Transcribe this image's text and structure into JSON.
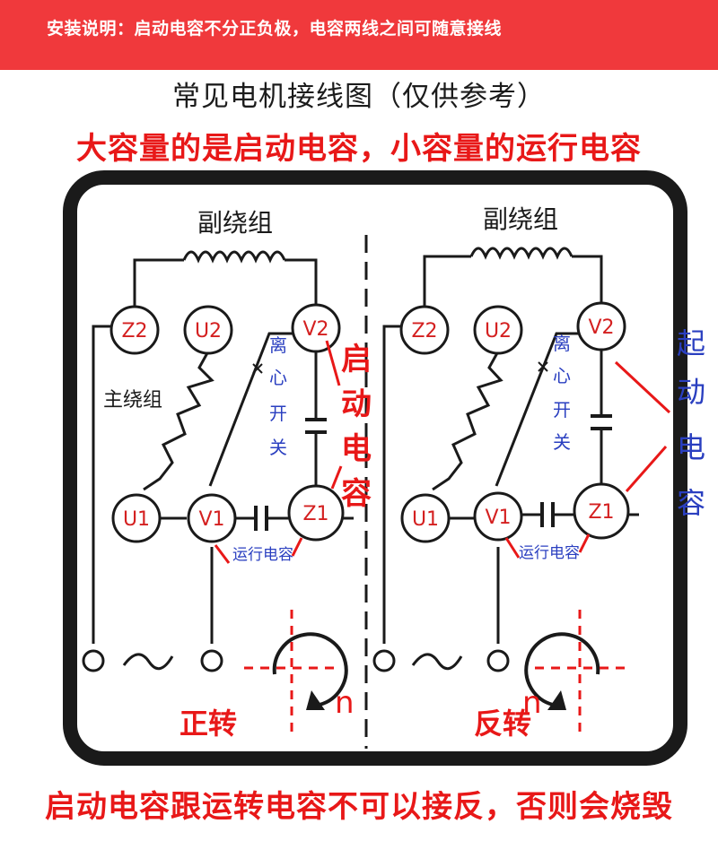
{
  "banner": {
    "text": "安装说明：启动电容不分正负极，电容两线之间可随意接线"
  },
  "subtitle": "常见电机接线图（仅供参考）",
  "headline": "大容量的是启动电容，小容量的运行电容",
  "footer": "启动电容跟运转电容不可以接反，否则会烧毁",
  "left_panel": {
    "aux_winding": "副绕组",
    "main_winding": "主绕组",
    "terminals": {
      "z2": "Z2",
      "u2": "U2",
      "v2": "V2",
      "u1": "U1",
      "v1": "V1",
      "z1": "Z1"
    },
    "switch_label": [
      "离",
      "心",
      "开",
      "关"
    ],
    "start_cap_label": [
      "启",
      "动",
      "电",
      "容"
    ],
    "run_cap_label": "运行电容",
    "direction": "正转",
    "rotation_mark": "n"
  },
  "right_panel": {
    "aux_winding": "副绕组",
    "terminals": {
      "z2": "Z2",
      "u2": "U2",
      "v2": "V2",
      "u1": "U1",
      "v1": "V1",
      "z1": "Z1"
    },
    "switch_label": [
      "离",
      "心",
      "开",
      "关"
    ],
    "start_cap_label": [
      "起",
      "动",
      "电",
      "容"
    ],
    "run_cap_label": "运行电容",
    "direction": "反转",
    "rotation_mark": "n"
  },
  "colors": {
    "banner_bg": "#f0393c",
    "red_text": "#e81818",
    "terminal_text": "#d42020",
    "blue_text": "#2a3fc0",
    "line": "#1a1a1a"
  }
}
